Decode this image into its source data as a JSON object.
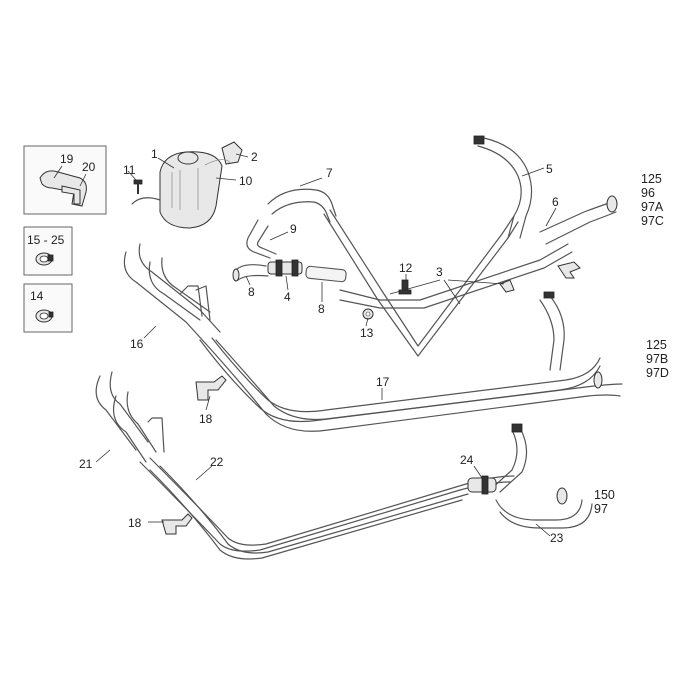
{
  "callouts": {
    "c1": "1",
    "c2": "2",
    "c3": "3",
    "c4": "4",
    "c5": "5",
    "c6": "6",
    "c7": "7",
    "c8a": "8",
    "c8b": "8",
    "c9": "9",
    "c10": "10",
    "c11": "11",
    "c12": "12",
    "c13": "13",
    "c16": "16",
    "c17": "17",
    "c18a": "18",
    "c18b": "18",
    "c21": "21",
    "c22": "22",
    "c23": "23",
    "c24": "24"
  },
  "inset_boxes": {
    "box1": {
      "label_a": "19",
      "label_b": "20"
    },
    "box2": {
      "label": "15 - 25"
    },
    "box3": {
      "label": "14"
    }
  },
  "variant_groups": {
    "group1": [
      "125",
      "96",
      "97A",
      "97C"
    ],
    "group2": [
      "125",
      "97B",
      "97D"
    ],
    "group3": [
      "150",
      "97"
    ]
  }
}
